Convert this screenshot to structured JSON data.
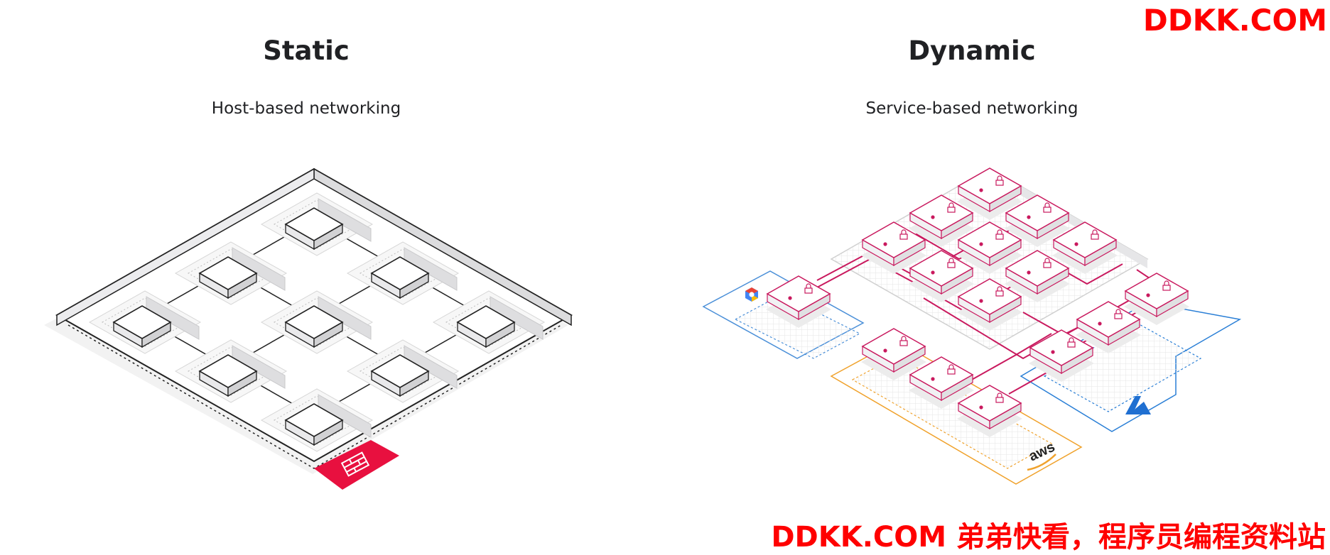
{
  "static_panel": {
    "title": "Static",
    "subtitle": "Host-based networking"
  },
  "dynamic_panel": {
    "title": "Dynamic",
    "subtitle": "Service-based networking",
    "provider_logos": [
      "gcp-hexagon-icon",
      "azure-logo-icon",
      "aws"
    ]
  },
  "watermark": {
    "top": "DDKK.COM",
    "bottom": "DDKK.COM 弟弟快看，程序员编程资料站"
  },
  "colors": {
    "host_stroke": "#222222",
    "firewall": "#e8103f",
    "service_stroke": "#c9195e",
    "gcp_region": "#4a8fd8",
    "aws_region": "#f0a22c",
    "azure_region": "#2a7fd6",
    "gcp_blue": "#4285f4",
    "gcp_red": "#ea4335",
    "gcp_yellow": "#fbbc04",
    "azure_blue": "#1f6fd1"
  }
}
